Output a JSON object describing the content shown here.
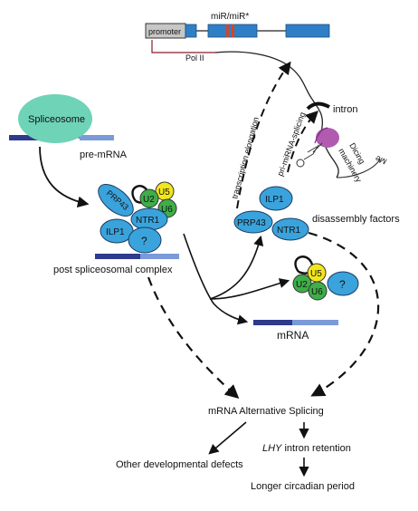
{
  "labels": {
    "mir": "miR/miR*",
    "promoter": "promoter",
    "pol_ii": "Pol II",
    "intron": "intron",
    "dicing": "Dicing",
    "machinery": "machinery",
    "me": "Me",
    "transcription_elongation": "transcription elongation",
    "pri_mirna_splicing": "pri-miRNA-splicing",
    "spliceosome": "Spliceosome",
    "pre_mrna": "pre-mRNA",
    "post_complex": "post spliceosomal complex",
    "disassembly": "disassembly factors",
    "mrna": "mRNA",
    "alt_splicing": "mRNA Alternative Splicing",
    "other_defects": "Other developmental defects",
    "lhy": "LHY",
    "intron_retention": " intron retention",
    "circadian": "Longer circadian period"
  },
  "proteins": {
    "prp43": "PRP43",
    "u2": "U2",
    "u5": "U5",
    "u6": "U6",
    "ntr1": "NTR1",
    "ilp1": "ILP1",
    "unknown": "?"
  },
  "colors": {
    "protein_blue": "#3aa3dc",
    "u5_yellow": "#f2e61c",
    "u6_green": "#3fae49",
    "spliceosome_teal": "#6fd3b8",
    "dark_blue": "#2e3a8c",
    "light_blue": "#7a9ad8",
    "exon_blue": "#2f7fc7",
    "mir_red": "#d2452a",
    "promoter_gray": "#c7c7c7",
    "dicer_purple": "#b05bb0"
  }
}
